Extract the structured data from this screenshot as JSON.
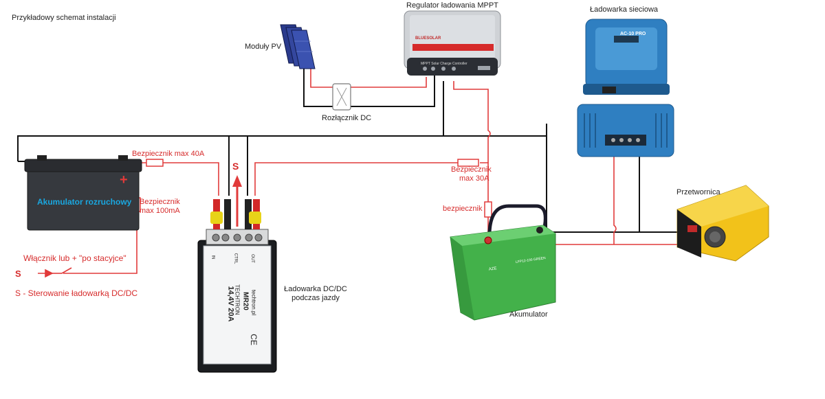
{
  "title": "Przykładowy schemat instalacji",
  "labels": {
    "pv_modules": "Moduły PV",
    "mppt": "Regulator ładowania MPPT",
    "mppt_brand": "BLUESOLAR",
    "mppt_model": "MPPT Solar Charge Controller",
    "dc_switch": "Rozłącznik DC",
    "mains_charger": "Ładowarka sieciowa",
    "mains_charger_model": "AC-10 PRO",
    "inverter": "Przetwornica",
    "starter_battery": "Akumulator rozruchowy",
    "starter_battery_plus": "+",
    "fuse_40": "Bezpiecznik max 40A",
    "fuse_100ma_1": "Bezpiecznik",
    "fuse_100ma_2": "max 100mA",
    "fuse_30_1": "Bezpiecznik",
    "fuse_30_2": "max 30A",
    "fuse_generic": "bezpiecznik",
    "switch_label": "Włącznik lub + \"po stacyjce\"",
    "s_marker": "S",
    "s_bottom": "S",
    "s_legend": "S - Sterowanie ładowarką DC/DC",
    "dcdc_line1": "Ładowarka DC/DC",
    "dcdc_line2": "podczas jazdy",
    "battery": "Akumulator",
    "dcdc_brand": "TECHTRON",
    "dcdc_site": "techtron.pl",
    "dcdc_model": "MR20",
    "dcdc_rating": "14,4V 20A",
    "dcdc_ce": "CE",
    "dcdc_in": "IN",
    "dcdc_ctrl": "CTRL",
    "dcdc_out": "OUT",
    "battery_brand": "AZE",
    "battery_model": "LFP12-100 GREEN"
  },
  "colors": {
    "wire_red": "#e13a3a",
    "wire_black": "#111111",
    "label_red": "#d62b2b",
    "battery_green": "#43b14a",
    "charger_blue": "#2f7fc1",
    "inverter_yellow": "#f2c21a",
    "starter_label": "#1aa7e0"
  }
}
